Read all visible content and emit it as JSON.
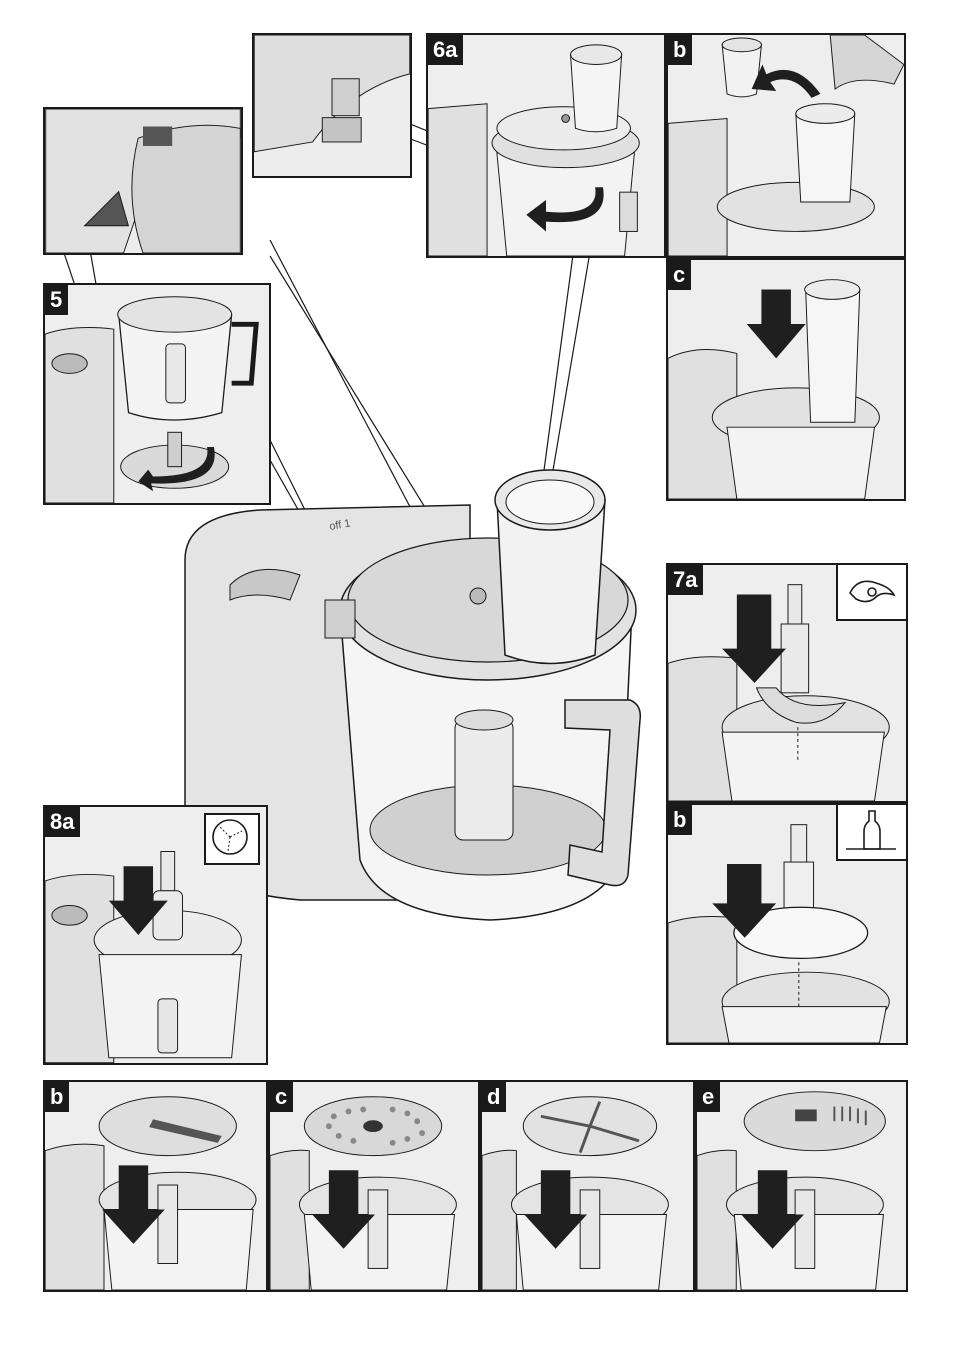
{
  "panels": {
    "p5": {
      "label": "5"
    },
    "p6a": {
      "label": "6a"
    },
    "p6b": {
      "label": "b"
    },
    "p6c": {
      "label": "c"
    },
    "p7a": {
      "label": "7a"
    },
    "p7b": {
      "label": "b"
    },
    "p8a": {
      "label": "8a"
    },
    "p8b": {
      "label": "b"
    },
    "p8c": {
      "label": "c"
    },
    "p8d": {
      "label": "d"
    },
    "p8e": {
      "label": "e"
    }
  },
  "icons": {
    "p7a_symbol": "blade-symbol-icon",
    "p7b_symbol": "bottle-symbol-icon",
    "p8a_symbol": "disc-symbol-icon"
  },
  "colors": {
    "line": "#1a1a1a",
    "gray": "#cfcfcf",
    "light": "#ececec",
    "arrow": "#1f1f1f"
  }
}
